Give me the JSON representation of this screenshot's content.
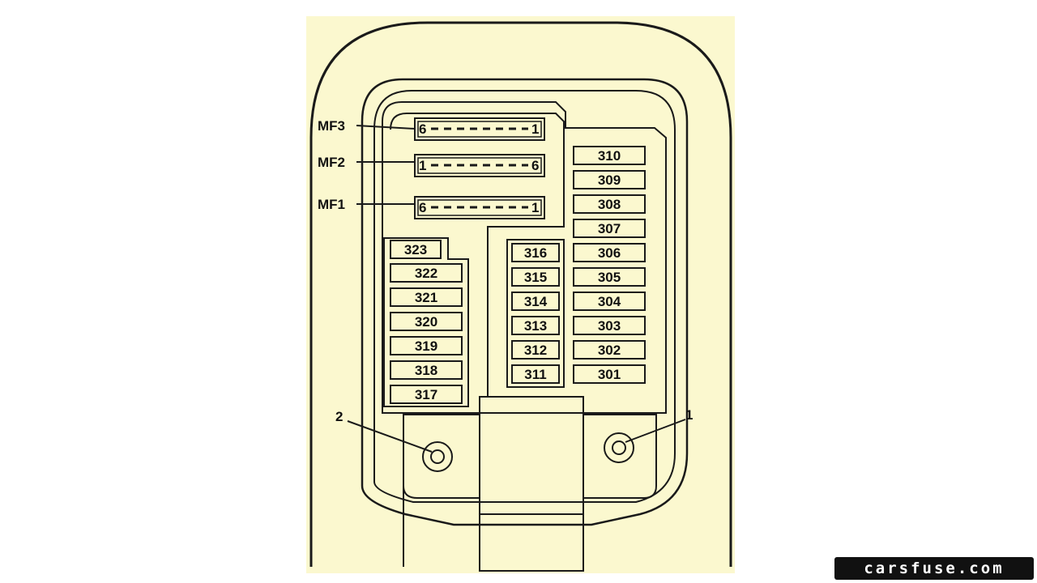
{
  "diagram": {
    "multifuses": [
      {
        "id": "MF3",
        "left_pin": "6",
        "right_pin": "1"
      },
      {
        "id": "MF2",
        "left_pin": "1",
        "right_pin": "6"
      },
      {
        "id": "MF1",
        "left_pin": "6",
        "right_pin": "1"
      }
    ],
    "fuses_left_column": [
      "323",
      "322",
      "321",
      "320",
      "319",
      "318",
      "317"
    ],
    "fuses_middle_column": [
      "316",
      "315",
      "314",
      "313",
      "312",
      "311"
    ],
    "fuses_right_column": [
      "310",
      "309",
      "308",
      "307",
      "306",
      "305",
      "304",
      "303",
      "302",
      "301"
    ],
    "callouts": {
      "bolt_left": "2",
      "bolt_right": "1"
    }
  },
  "watermark": "carsfuse.com",
  "colors": {
    "panel": "#fbf8cf",
    "line": "#1a1a1a"
  }
}
